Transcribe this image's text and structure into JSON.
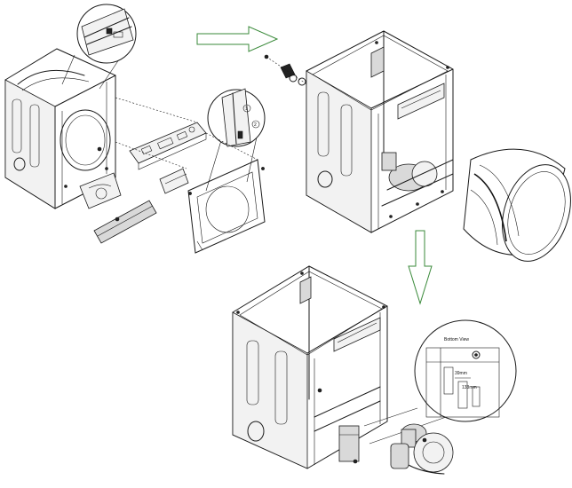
{
  "labels": {
    "bottom_view": "Bottom View",
    "dim_left": "39mm",
    "dim_right": "133mm",
    "step_1": "1",
    "step_2": "2"
  },
  "colors": {
    "line": "#1a1a1a",
    "arrow_outline": "#3a8a3a",
    "panel_fill": "#d9d9d9"
  },
  "icons": [
    "arrow-right-icon",
    "arrow-down-icon"
  ]
}
